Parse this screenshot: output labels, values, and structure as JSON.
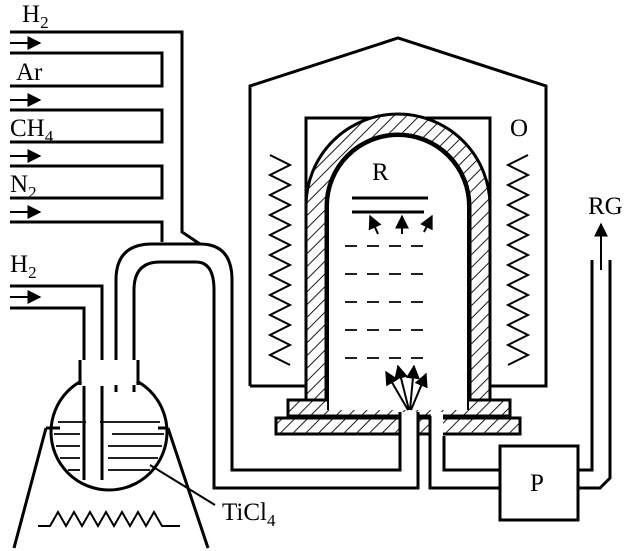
{
  "gas_inputs": [
    {
      "formula": "H",
      "subscript": "2"
    },
    {
      "formula": "Ar",
      "subscript": ""
    },
    {
      "formula": "CH",
      "subscript": "4"
    },
    {
      "formula": "N",
      "subscript": "2"
    }
  ],
  "bubbler_gas": {
    "formula": "H",
    "subscript": "2"
  },
  "liquid": {
    "formula": "TiCl",
    "subscript": "4"
  },
  "labels": {
    "oven": "O",
    "reactor": "R",
    "pump": "P",
    "exhaust": "RG"
  }
}
